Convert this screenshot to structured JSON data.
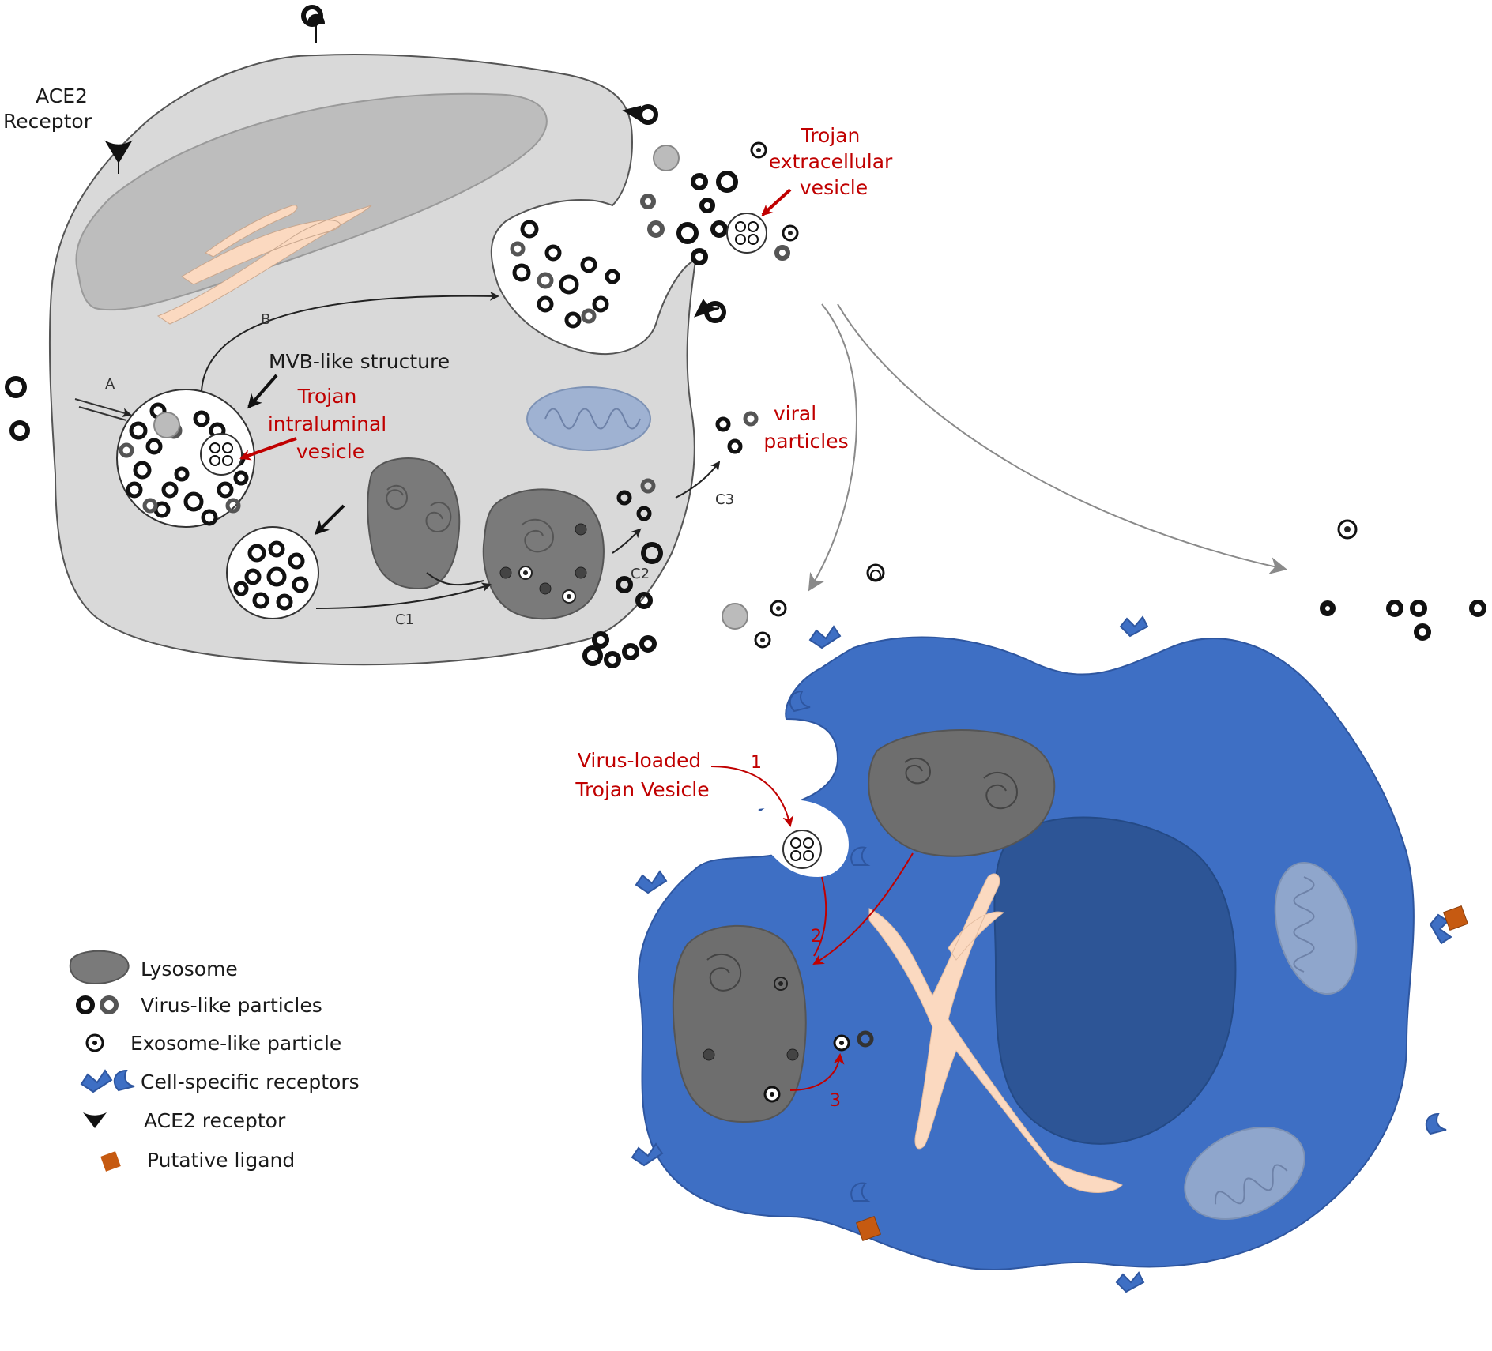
{
  "colors": {
    "source_cell": "#d9d9d9",
    "target_cell": "#3e6fc4",
    "target_nucleus": "#2d5596",
    "lysosome": "#7a7a7a",
    "er": "#fbd9c0",
    "mitochondrion": "#9fb2d2",
    "label_red": "#c00000",
    "ligand": "#c65a11"
  },
  "labels": {
    "ace2_receptor": [
      "ACE2",
      "Receptor"
    ],
    "mvb": "MVB-like structure",
    "trojan_intraluminal": [
      "Trojan",
      "intraluminal",
      "vesicle"
    ],
    "trojan_extracellular": [
      "Trojan",
      "extracellular",
      "vesicle"
    ],
    "viral_particles": [
      "viral",
      "particles"
    ],
    "virus_loaded": [
      "Virus-loaded",
      "Trojan Vesicle"
    ],
    "route_a": "A",
    "route_b": "B",
    "route_c1": "C1",
    "route_c2": "C2",
    "route_c3": "C3",
    "step_1": "1",
    "step_2": "2",
    "step_3": "3"
  },
  "legend": [
    {
      "icon": "lysosome-icon",
      "label": "Lysosome"
    },
    {
      "icon": "virus-like-particle-icon",
      "label": "Virus-like particles"
    },
    {
      "icon": "exosome-like-particle-icon",
      "label": "Exosome-like particle"
    },
    {
      "icon": "cell-specific-receptor-icon",
      "label": "Cell-specific receptors"
    },
    {
      "icon": "ace2-receptor-icon",
      "label": "ACE2  receptor"
    },
    {
      "icon": "putative-ligand-icon",
      "label": "Putative ligand"
    }
  ]
}
